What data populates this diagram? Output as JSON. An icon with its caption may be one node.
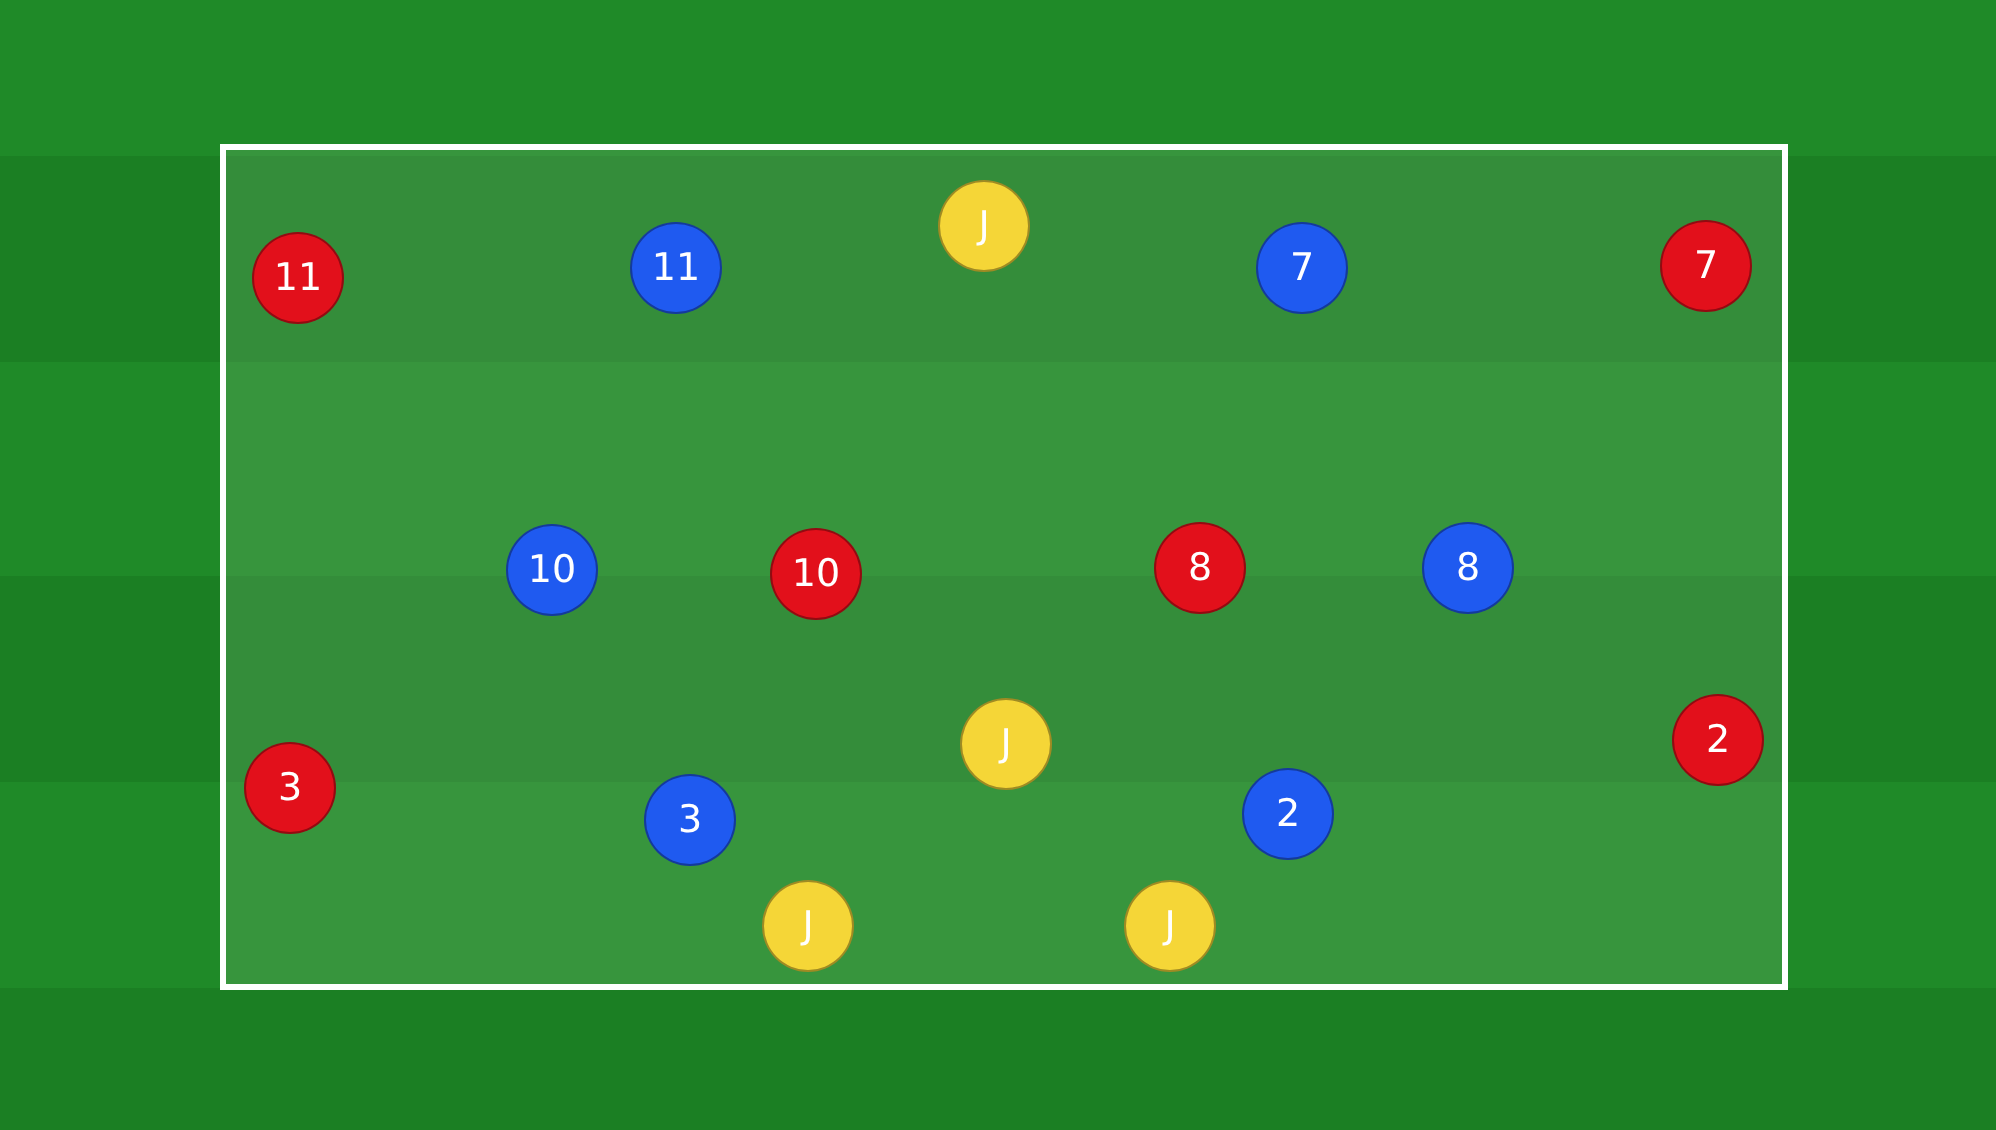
{
  "diagram": {
    "nodes": [
      {
        "text": [],
        "shape": "box"
      },
      {
        "text": [
          "11"
        ],
        "in": 0
      },
      {
        "text": [
          "11"
        ],
        "in": 0
      },
      {
        "text": [
          "J"
        ],
        "in": 0
      },
      {
        "text": [
          "7"
        ],
        "in": 0
      },
      {
        "text": [
          "7"
        ],
        "in": 0
      },
      {
        "text": [
          "10"
        ],
        "in": 0
      },
      {
        "text": [
          "10"
        ],
        "in": 0
      },
      {
        "text": [
          "8"
        ],
        "in": 0
      },
      {
        "text": [
          "8"
        ],
        "in": 0
      },
      {
        "text": [
          "3"
        ],
        "in": 0
      },
      {
        "text": [
          "3"
        ],
        "in": 0
      },
      {
        "text": [
          "J"
        ],
        "in": 0
      },
      {
        "text": [
          "2"
        ],
        "in": 0
      },
      {
        "text": [
          "2"
        ],
        "in": 0
      },
      {
        "text": [
          "J"
        ],
        "in": 0
      },
      {
        "text": [
          "J"
        ],
        "in": 0
      }
    ]
  }
}
